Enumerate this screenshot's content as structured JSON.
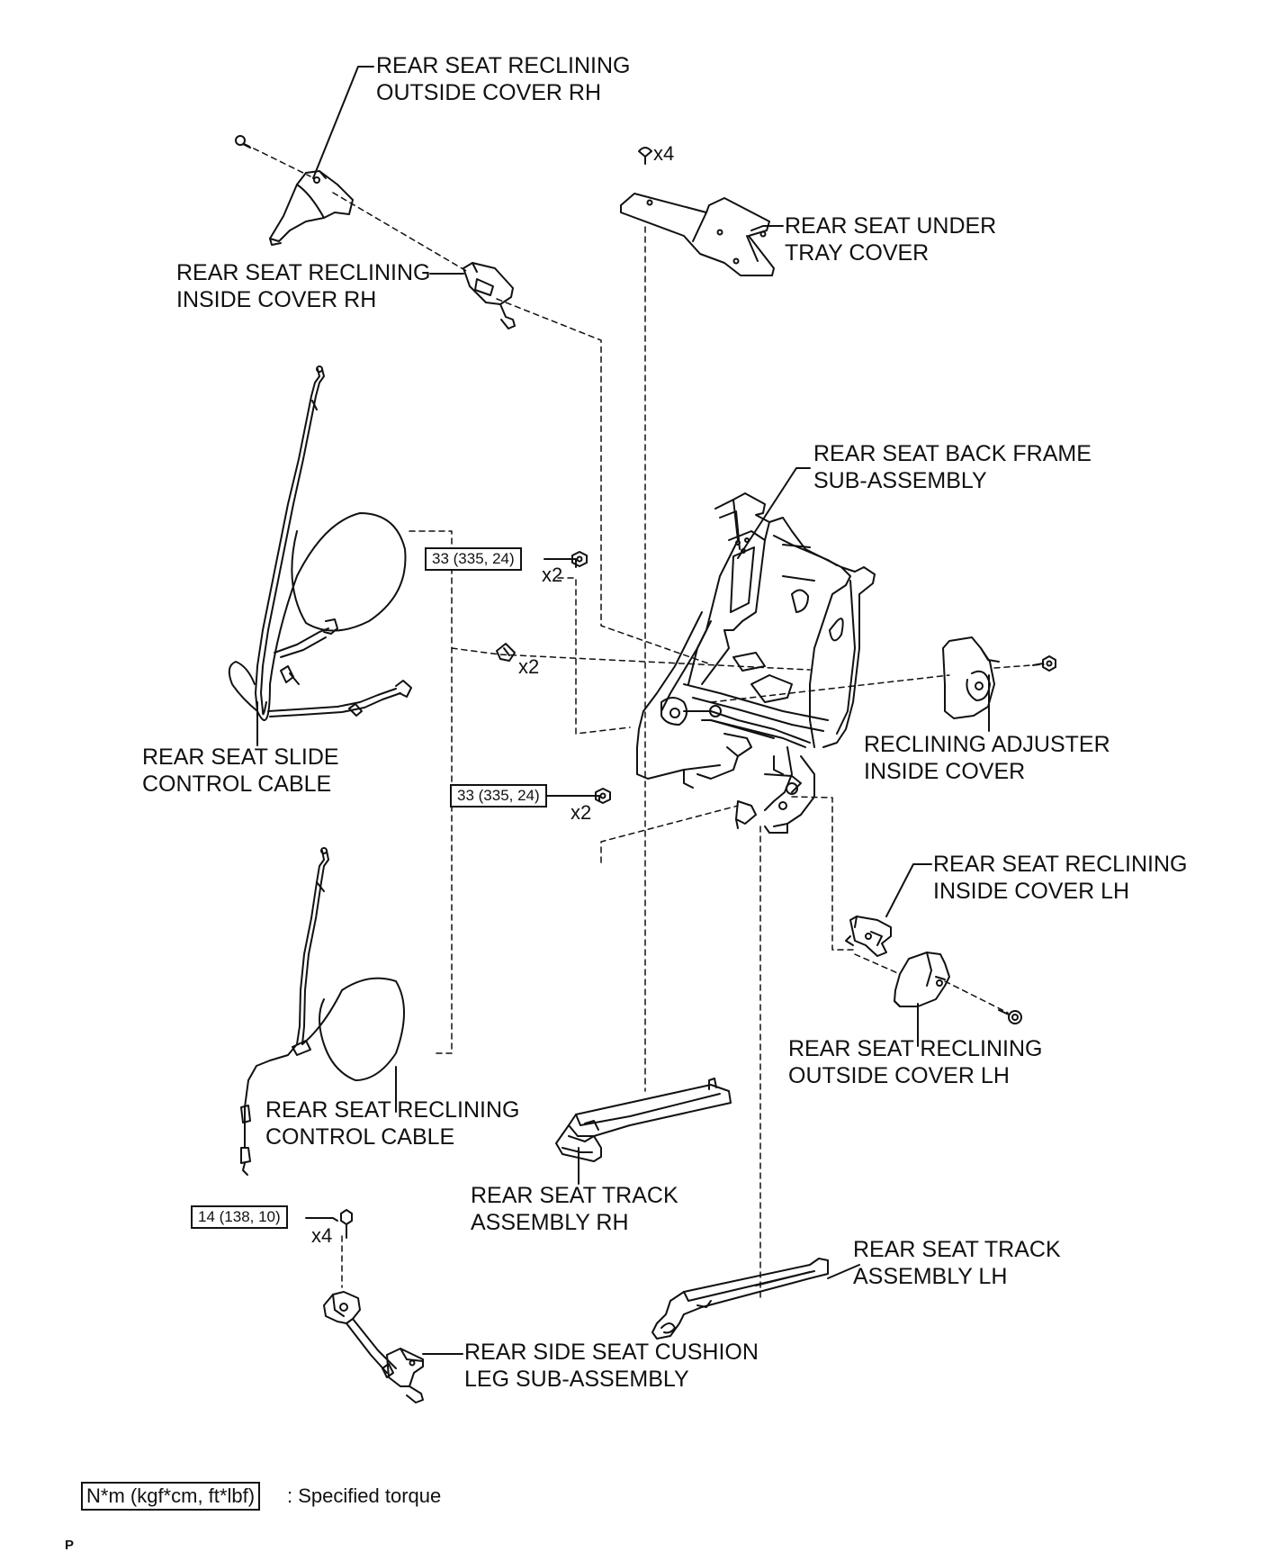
{
  "labels": {
    "outside_cover_rh": [
      "REAR SEAT RECLINING",
      "OUTSIDE COVER RH"
    ],
    "under_tray_cover": [
      "REAR SEAT UNDER",
      "TRAY COVER"
    ],
    "inside_cover_rh": [
      "REAR SEAT RECLINING",
      "INSIDE COVER RH"
    ],
    "back_frame": [
      "REAR SEAT BACK FRAME",
      "SUB-ASSEMBLY"
    ],
    "adjuster_inside_cover": [
      "RECLINING ADJUSTER",
      "INSIDE COVER"
    ],
    "slide_cable": [
      "REAR SEAT SLIDE",
      "CONTROL CABLE"
    ],
    "inside_cover_lh": [
      "REAR SEAT RECLINING",
      "INSIDE COVER LH"
    ],
    "outside_cover_lh": [
      "REAR SEAT RECLINING",
      "OUTSIDE COVER LH"
    ],
    "reclining_cable": [
      "REAR SEAT RECLINING",
      "CONTROL CABLE"
    ],
    "track_rh": [
      "REAR SEAT TRACK",
      "ASSEMBLY RH"
    ],
    "track_lh": [
      "REAR SEAT TRACK",
      "ASSEMBLY LH"
    ],
    "cushion_leg": [
      "REAR SIDE SEAT CUSHION",
      "LEG SUB-ASSEMBLY"
    ]
  },
  "torques": {
    "upper_nut": "33 (335, 24)",
    "lower_nut": "33 (335, 24)",
    "leg_bolt": "14 (138, 10)"
  },
  "quantities": {
    "tray_screw": "x4",
    "upper_nut": "x2",
    "clip": "x2",
    "lower_nut": "x2",
    "leg_bolt": "x4"
  },
  "legend": {
    "box": "N*m (kgf*cm, ft*lbf)",
    "text": ": Specified torque"
  },
  "page_code": "P"
}
